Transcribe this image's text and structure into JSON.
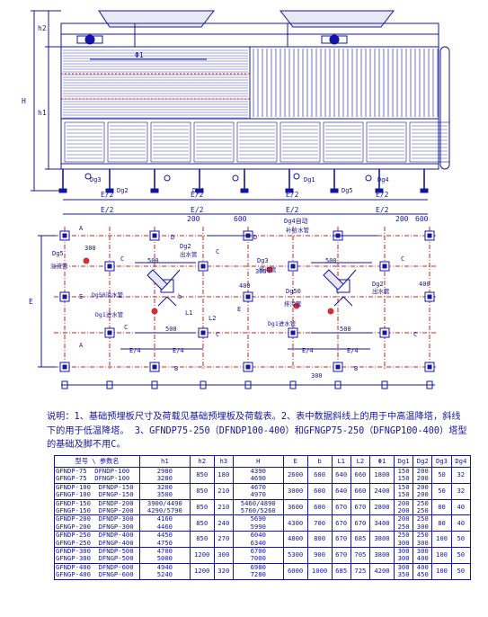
{
  "elevation": {
    "dim_h": "H",
    "dim_h1": "h1",
    "dim_h2": "h2",
    "dim_phi1": "Φ1",
    "pipes": [
      "Dg3",
      "Dg2",
      "Dg4",
      "Dg1",
      "Dg5",
      "Dg4"
    ],
    "span_e2": [
      "E/2",
      "E/2",
      "E/2",
      "E/2"
    ],
    "span_e2_lower": [
      "E/2",
      "E/2",
      "E/2",
      "E/2"
    ]
  },
  "plan": {
    "dim_200_600_left": [
      "200",
      "600"
    ],
    "dim_200_600_right": [
      "200",
      "600"
    ],
    "anchor_a": "A",
    "anchor_b": "B",
    "anchor_c": "C",
    "anchor_d": "D",
    "anchor_e": "E",
    "dim_e": "E",
    "label_dg4_auto": "Dg4自动",
    "label_makeup_pipe": "补给水管",
    "label_dg2_left": "Dg2",
    "label_outflow": "出水管",
    "label_dg5": "Dg5",
    "label_overflow": "溢流管",
    "label_dg3_left": "Dg3",
    "label_drain_left": "排污管",
    "label_dg50": "Dg50溢水管",
    "label_dg1_inlet": "Dg1进水管",
    "label_dg2_right": "Dg2",
    "label_outflow_right": "出水管",
    "label_dg50_right": "Dg50",
    "label_drain_right": "排污管",
    "label_dg1_inlet_right": "Dg1进水管",
    "dim_300": "300",
    "dim_500": "500",
    "dim_400": "400",
    "dim_e4": "E/4",
    "dim_l1": "L1",
    "dim_l2": "L2",
    "dim_b": "b",
    "dim_bottom_300": "300"
  },
  "note": {
    "text": "说明：1、基础预埋板尺寸及荷载见基础预埋板及荷载表。2、表中数据斜线上的用于中高温降塔，斜线下的用于低温降塔。  3、GFNDP75-250（DFNDP100-400）和GFNGP75-250（DFNGP100-400）塔型的基础及脚不用C。"
  },
  "table": {
    "headers": [
      "型号",
      "参数名",
      "h1",
      "h2",
      "h3",
      "H",
      "E",
      "b",
      "L1",
      "L2",
      "Φ1",
      "Dg1",
      "Dg2",
      "Dg3",
      "Dg4"
    ],
    "rows": [
      {
        "m1": "GFNDP-75",
        "m2": "DFNDP-100",
        "h1": "2980",
        "h1b": "3280",
        "h2": "850",
        "h3": "180",
        "H": "4390",
        "Hb": "4690",
        "E": "2600",
        "b": "600",
        "L1": "640",
        "L2": "660",
        "phi": "1800",
        "dg1": "150",
        "dg1b": "150",
        "dg2": "200",
        "dg2b": "200",
        "dg3": "50",
        "dg4": "32"
      },
      {
        "m1": "GFNDP-100",
        "m2": "DFNDP-150",
        "h1": "3200",
        "h1b": "3500",
        "h2": "850",
        "h3": "210",
        "H": "4670",
        "Hb": "4970",
        "E": "3000",
        "b": "600",
        "L1": "640",
        "L2": "660",
        "phi": "2400",
        "dg1": "150",
        "dg1b": "150",
        "dg2": "200",
        "dg2b": "200",
        "dg3": "50",
        "dg4": "32"
      },
      {
        "m1": "GFNDP-150",
        "m2": "DFNDP-200",
        "h1": "3900/4490",
        "h1b": "4290/5790",
        "h2": "850",
        "h3": "210",
        "H": "5460/4890",
        "Hb": "5760/5260",
        "E": "3600",
        "b": "600",
        "L1": "670",
        "L2": "670",
        "phi": "2800",
        "dg1": "200",
        "dg1b": "200",
        "dg2": "250",
        "dg2b": "250",
        "dg3": "80",
        "dg4": "40"
      },
      {
        "m1": "GFNDP-200",
        "m2": "DFNDP-300",
        "h1": "4160",
        "h1b": "4460",
        "h2": "850",
        "h3": "240",
        "H": "5690",
        "Hb": "5990",
        "E": "4300",
        "b": "700",
        "L1": "670",
        "L2": "670",
        "phi": "3400",
        "dg1": "200",
        "dg1b": "250",
        "dg2": "250",
        "dg2b": "300",
        "dg3": "80",
        "dg4": "40"
      },
      {
        "m1": "GFNDP-250",
        "m2": "DFNDP-400",
        "h1": "4450",
        "h1b": "4750",
        "h2": "850",
        "h3": "270",
        "H": "6040",
        "Hb": "6340",
        "E": "4800",
        "b": "800",
        "L1": "670",
        "L2": "685",
        "phi": "3800",
        "dg1": "250",
        "dg1b": "300",
        "dg2": "250",
        "dg2b": "300",
        "dg3": "100",
        "dg4": "50"
      },
      {
        "m1": "GFNDP-300",
        "m2": "DFNDP-500",
        "h1": "4700",
        "h1b": "5000",
        "h2": "1200",
        "h3": "300",
        "H": "6700",
        "Hb": "7000",
        "E": "5300",
        "b": "900",
        "L1": "670",
        "L2": "705",
        "phi": "3800",
        "dg1": "300",
        "dg1b": "300",
        "dg2": "300",
        "dg2b": "400",
        "dg3": "100",
        "dg4": "50"
      },
      {
        "m1": "GFNDP-400",
        "m2": "DFNDP-600",
        "h1": "4940",
        "h1b": "5240",
        "h2": "1200",
        "h3": "320",
        "H": "6980",
        "Hb": "7280",
        "E": "6000",
        "b": "1000",
        "L1": "685",
        "L2": "725",
        "phi": "4200",
        "dg1": "300",
        "dg1b": "350",
        "dg2": "400",
        "dg2b": "450",
        "dg3": "100",
        "dg4": "50"
      }
    ],
    "model_prefix_alt": [
      "GFNGP-75  DFNGP-100",
      "GFNGP-100  DFNGP-150",
      "GFNGP-150  DFNGP-200",
      "GFNGP-200  DFNGP-300",
      "GFNGP-250  DFNGP-400",
      "GFNGP-300  DFNGP-500",
      "GFNGP-400  DFNGP-600"
    ]
  },
  "colors": {
    "ink": "#1414a0",
    "grid_red": "#cc2020",
    "fill_red": "#d03030",
    "bg": "#ffffff"
  }
}
